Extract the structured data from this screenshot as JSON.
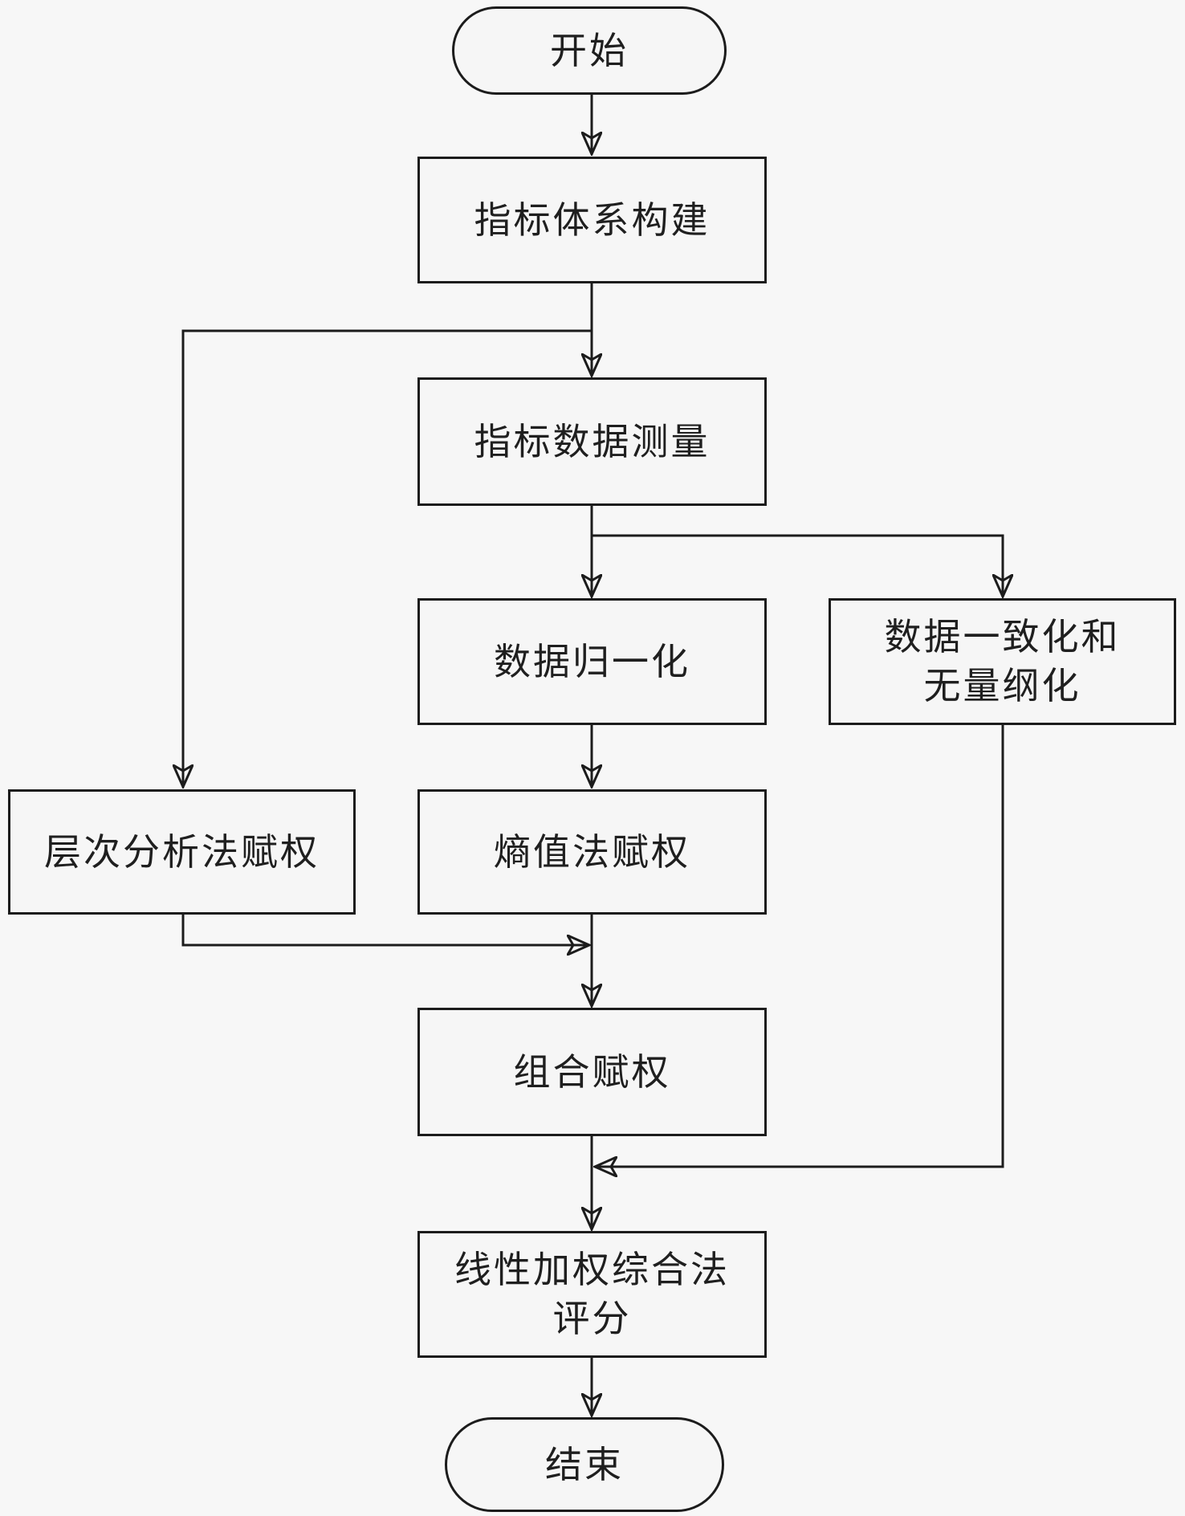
{
  "diagram": {
    "type": "flowchart",
    "background_color": "#f7f7f7",
    "stroke_color": "#1c1c1c",
    "text_color": "#1f1f1f",
    "nodes": [
      {
        "id": "start",
        "shape": "stadium",
        "label": "开始"
      },
      {
        "id": "indicator-system",
        "shape": "rect",
        "label": "指标体系构建"
      },
      {
        "id": "data-measurement",
        "shape": "rect",
        "label": "指标数据测量"
      },
      {
        "id": "normalization",
        "shape": "rect",
        "label": "数据归一化"
      },
      {
        "id": "consistency",
        "shape": "rect",
        "label": "数据一致化和\n无量纲化"
      },
      {
        "id": "ahp",
        "shape": "rect",
        "label": "层次分析法赋权"
      },
      {
        "id": "entropy",
        "shape": "rect",
        "label": "熵值法赋权"
      },
      {
        "id": "combined",
        "shape": "rect",
        "label": "组合赋权"
      },
      {
        "id": "linear",
        "shape": "rect",
        "label": "线性加权综合法\n评分"
      },
      {
        "id": "end",
        "shape": "stadium",
        "label": "结束"
      }
    ],
    "edges": [
      {
        "from": "start",
        "to": "indicator-system"
      },
      {
        "from": "indicator-system",
        "to": "data-measurement"
      },
      {
        "from": "indicator-system",
        "to": "ahp"
      },
      {
        "from": "data-measurement",
        "to": "normalization"
      },
      {
        "from": "data-measurement",
        "to": "consistency"
      },
      {
        "from": "normalization",
        "to": "entropy"
      },
      {
        "from": "entropy",
        "to": "combined"
      },
      {
        "from": "ahp",
        "to": "combined"
      },
      {
        "from": "combined",
        "to": "linear"
      },
      {
        "from": "consistency",
        "to": "linear"
      },
      {
        "from": "linear",
        "to": "end"
      }
    ]
  }
}
